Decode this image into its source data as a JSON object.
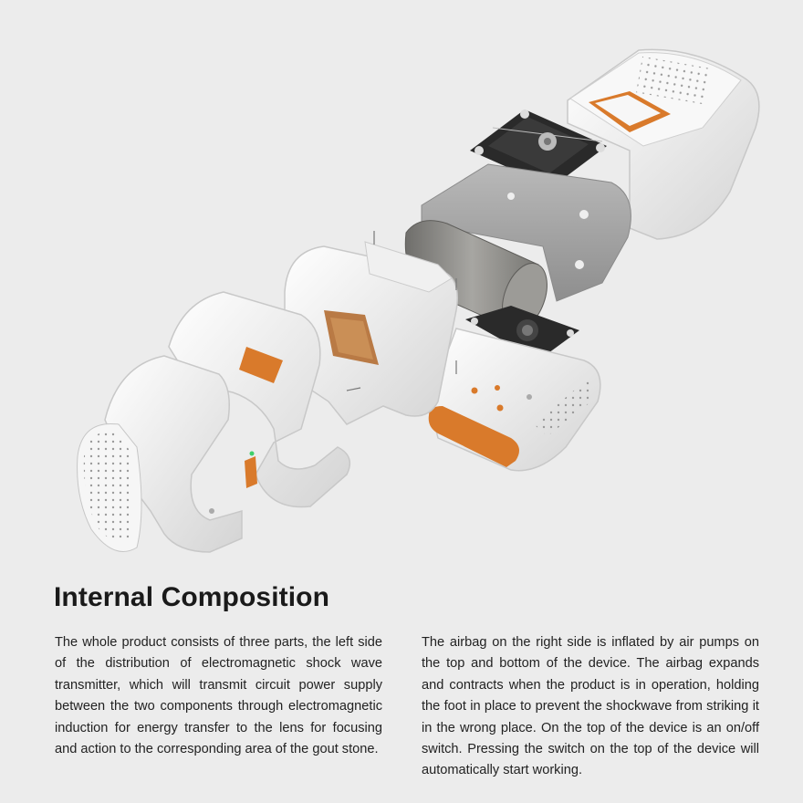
{
  "heading": "Internal Composition",
  "paragraphs": {
    "left": "The whole product consists of three parts, the left side of the distribution of electromagnetic shock wave transmitter, which will transmit circuit power supply between the two components through electromagnetic induction for energy transfer to the lens for focusing and action to the corresponding area of the gout stone.",
    "right": "The airbag on the right side is inflated by air pumps on the top and bottom of the device. The airbag expands and contracts when the product is in operation, holding the foot in place to prevent the shockwave from striking it in the wrong place. On the top of the device is an on/off switch. Pressing the switch on the top of the device will automatically start working."
  },
  "colors": {
    "background": "#ececec",
    "shell": "#f4f4f4",
    "accent_orange": "#d97a2b",
    "dark_part": "#2a2a2a",
    "metal": "#8a8986"
  }
}
